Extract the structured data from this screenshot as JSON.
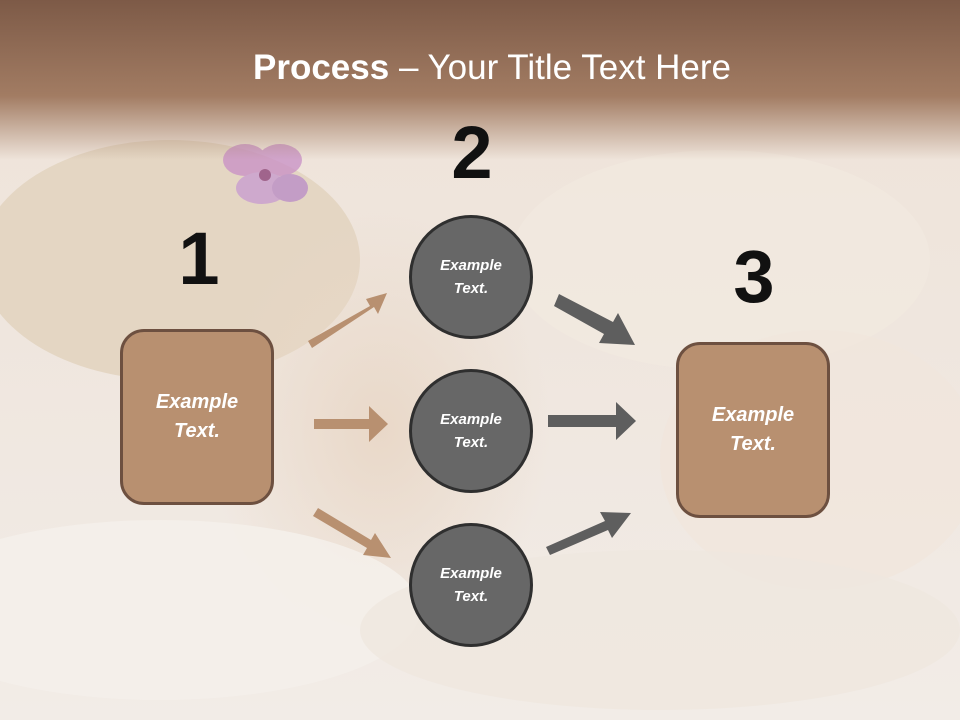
{
  "slide": {
    "title_bold": "Process",
    "title_rest": " – Your Title Text Here",
    "steps": [
      {
        "number": "1",
        "label": "Example\nText."
      },
      {
        "number": "2",
        "label": ""
      },
      {
        "number": "3",
        "label": "Example\nText."
      }
    ],
    "circles": [
      {
        "label": "Example\nText."
      },
      {
        "label": "Example\nText."
      },
      {
        "label": "Example\nText."
      }
    ]
  },
  "colors": {
    "header_band": "#8c6650",
    "box_fill": "#b89070",
    "box_border": "#6d5040",
    "circle_fill": "#676767",
    "circle_border": "#2f2f2f",
    "arrow_left": "#b89070",
    "arrow_right": "#5e5e5e"
  },
  "icons": {
    "arrows_left": [
      "arrow-up-right-icon",
      "arrow-right-icon",
      "arrow-down-right-icon"
    ],
    "arrows_right": [
      "arrow-down-right-icon",
      "arrow-right-icon",
      "arrow-up-right-icon"
    ]
  }
}
